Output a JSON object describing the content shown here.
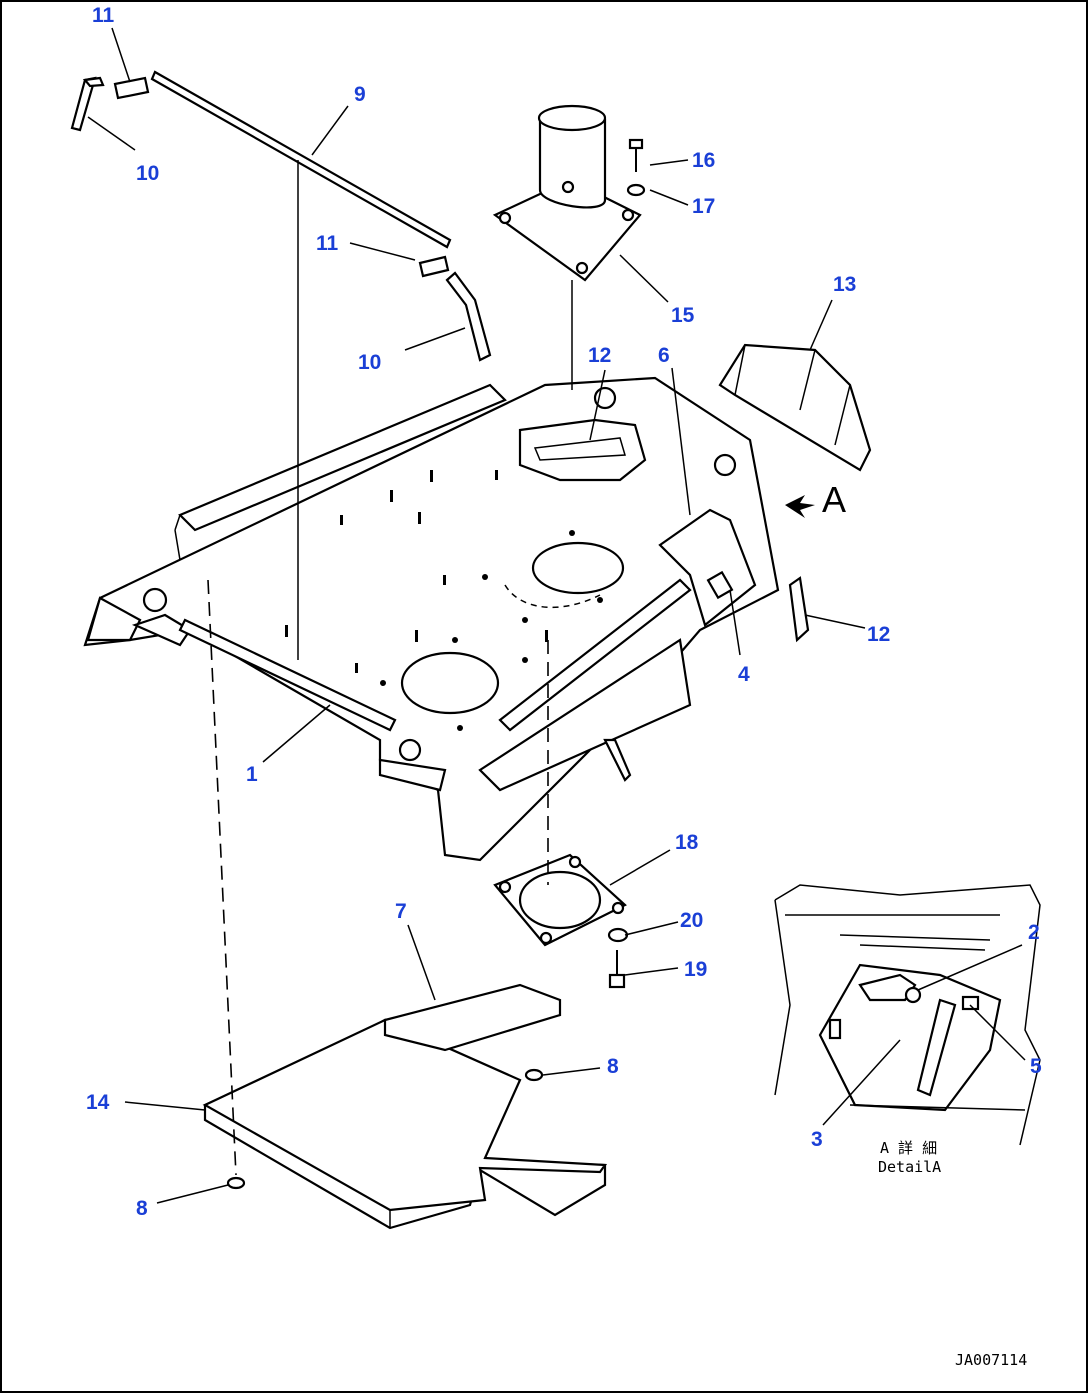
{
  "callouts": {
    "c11a": "11",
    "c10a": "10",
    "c9": "9",
    "c11b": "11",
    "c10b": "10",
    "c16": "16",
    "c17": "17",
    "c15": "15",
    "c13": "13",
    "c12a": "12",
    "c6": "6",
    "c12b": "12",
    "c4": "4",
    "c1": "1",
    "c18": "18",
    "c7": "7",
    "c20": "20",
    "c19": "19",
    "c8a": "8",
    "c14": "14",
    "c8b": "8",
    "c2": "2",
    "c5": "5",
    "c3": "3"
  },
  "view_arrow": {
    "letter": "A"
  },
  "detail": {
    "caption_jp": "A 詳 細",
    "caption_en": "DetailA"
  },
  "drawing_number": "JA007114",
  "colors": {
    "callout": "#1a3fd6",
    "line": "#000000",
    "background": "#ffffff"
  }
}
